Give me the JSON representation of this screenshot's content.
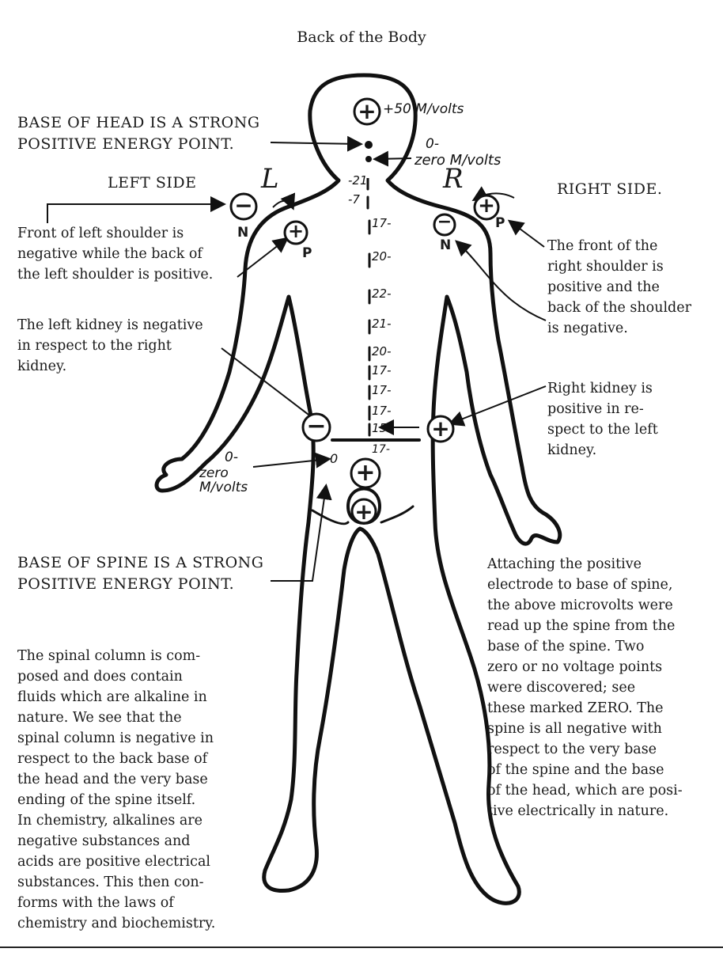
{
  "title": "Back of the Body",
  "head_plus": "+",
  "head_reading": "+50 M/volts",
  "base_head_text": {
    "line1": "BASE OF HEAD IS A STRONG",
    "line2": "POSITIVE ENERGY POINT."
  },
  "zero_top": {
    "line1": "0-",
    "line2": "zero M/volts"
  },
  "left_side_label": "LEFT SIDE",
  "right_side_label": "RIGHT SIDE.",
  "left_letter": "L",
  "right_letter": "R",
  "left_shoulder_front": {
    "sign": "−",
    "pole": "N"
  },
  "left_shoulder_back": {
    "sign": "+",
    "pole": "P"
  },
  "right_shoulder_front": {
    "sign": "−",
    "pole": "N"
  },
  "right_shoulder_back": {
    "sign": "+",
    "pole": "P"
  },
  "left_shoulder_text": [
    "Front of left shoulder is",
    "negative while the back of",
    "the left shoulder is positive."
  ],
  "right_shoulder_text": [
    "The front of the",
    "right shoulder is",
    "positive and the",
    "back of the shoulder",
    "is negative."
  ],
  "left_kidney_text": [
    "The left kidney is negative",
    "in respect to the right",
    "kidney."
  ],
  "right_kidney_text": [
    "Right kidney is",
    "positive in re-",
    "spect to the left",
    "kidney."
  ],
  "left_kidney_sign": "−",
  "right_kidney_sign": "+",
  "spine_readings": [
    "-21",
    "-7",
    "17-",
    "20-",
    "22-",
    "21-",
    "20-",
    "17-",
    "17-",
    "17-",
    "15-",
    "17-"
  ],
  "zero_bottom": {
    "line1": "0-",
    "line2": "zero",
    "line3": "M/volts",
    "point": "0"
  },
  "sacrum_plus": "+",
  "base_spine_plus": "+",
  "base_spine_text": {
    "line1": "BASE OF SPINE IS A STRONG",
    "line2": "POSITIVE ENERGY POINT."
  },
  "spinal_column_text": [
    "The spinal column is com-",
    "posed and does contain",
    "fluids which are alkaline in",
    "nature. We see that the",
    "spinal column is negative in",
    "respect to the back base of",
    "the head and the very base",
    "ending of the spine itself.",
    "In chemistry, alkalines are",
    "negative substances and",
    "acids are positive electrical",
    "substances. This then con-",
    "forms with the laws of",
    "chemistry and biochemistry."
  ],
  "electrode_text": [
    "Attaching the positive",
    "electrode to base of spine,",
    "the above microvolts were",
    "read up the spine from the",
    "base of the spine. Two",
    "zero or no voltage points",
    "were discovered; see",
    "these marked ZERO. The",
    "spine is all negative with",
    "respect to the very base",
    "of the spine and the base",
    "of the head, which are posi-",
    "tive electrically in nature."
  ]
}
